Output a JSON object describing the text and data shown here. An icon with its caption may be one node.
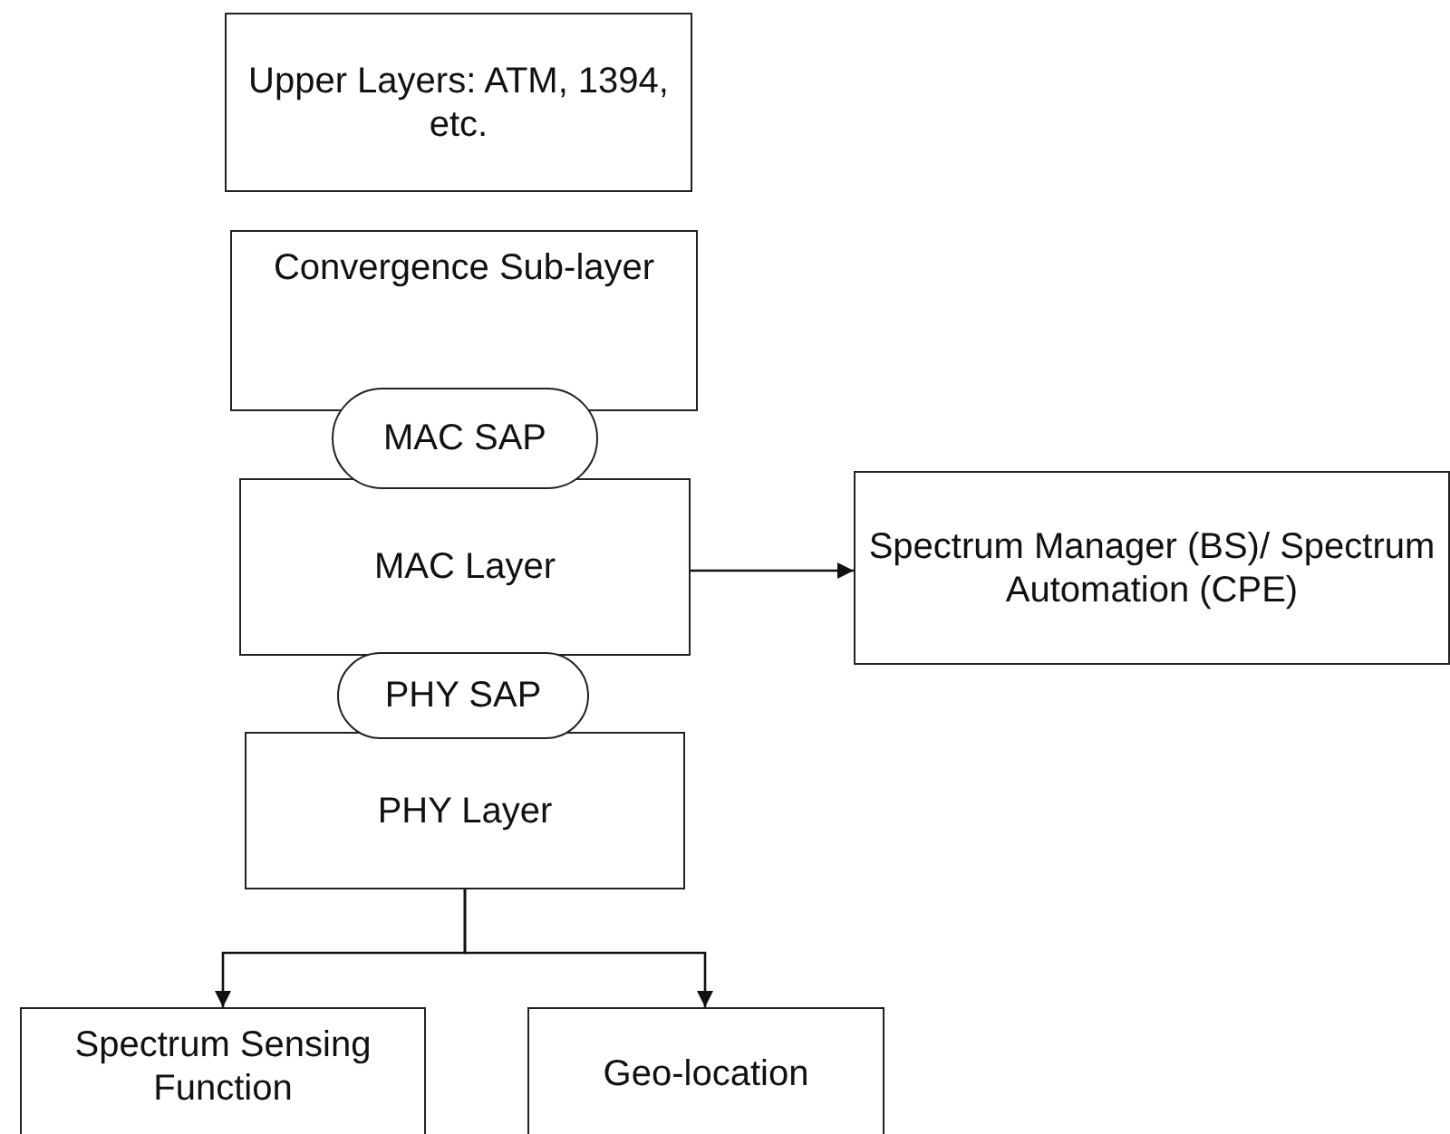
{
  "diagram": {
    "nodes": [
      {
        "text": [
          "Upper Layers: ATM, 1394, etc."
        ]
      },
      {
        "text": [
          "Convergence Sub-layer"
        ]
      },
      {
        "text": [
          "MAC SAP"
        ]
      },
      {
        "text": [
          "MAC Layer"
        ]
      },
      {
        "text": [
          "PHY SAP"
        ]
      },
      {
        "text": [
          "PHY Layer"
        ]
      },
      {
        "text": [
          "Spectrum Manager (BS)/ Spectrum Automation (CPE)"
        ]
      },
      {
        "text": [
          "Spectrum Sensing Function"
        ]
      },
      {
        "text": [
          "Geo-location"
        ]
      }
    ],
    "edges": [
      {
        "from": 3,
        "to": 6,
        "arrow": "to"
      },
      {
        "from": 5,
        "to": 7,
        "arrow": "to"
      },
      {
        "from": 5,
        "to": 8,
        "arrow": "to"
      }
    ]
  }
}
